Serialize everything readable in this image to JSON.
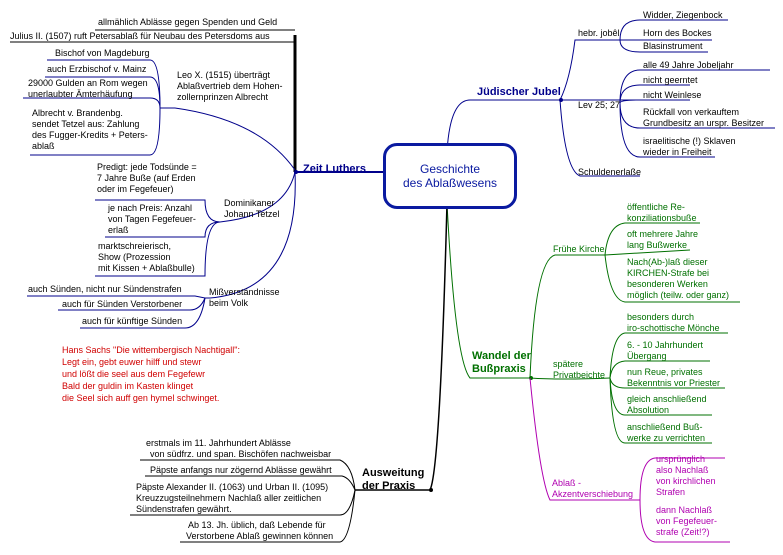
{
  "center": {
    "line1": "Geschichte",
    "line2": "des Ablaßwesens"
  },
  "branches": {
    "zeit_luthers": "Zeit Luthers",
    "juedischer_jubel": "Jüdischer Jubel",
    "wandel_line1": "Wandel der",
    "wandel_line2": "Bußpraxis",
    "ausweitung_line1": "Ausweitung",
    "ausweitung_line2": "der Praxis"
  },
  "zeit_luthers": {
    "top": [
      "allmählich Ablässe gegen Spenden und Geld",
      "Julius II. (1507) ruft Petersablaß für Neubau des Petersdoms aus"
    ],
    "leo": {
      "label": [
        "Leo X. (1515) überträgt",
        "Ablaßvertrieb dem Hohen-",
        "zollernprinzen Albrecht"
      ],
      "items": [
        [
          "Bischof von Magdeburg"
        ],
        [
          "auch Erzbischof v. Mainz"
        ],
        [
          "29000 Gulden an Rom wegen",
          "unerlaubter Ämterhäufung"
        ],
        [
          "Albrecht v. Brandenbg.",
          "sendet Tetzel aus: Zahlung",
          "des Fugger-Kredits + Peters-",
          "ablaß"
        ]
      ]
    },
    "tetzel": {
      "label": [
        "Dominikaner",
        "Johann Tetzel"
      ],
      "items": [
        [
          "Predigt: jede Todsünde =",
          "7 Jahre Buße (auf Erden",
          "oder im Fegefeuer)"
        ],
        [
          "je nach Preis: Anzahl",
          "von Tagen Fegefeuer-",
          "erlaß"
        ],
        [
          "marktschreierisch,",
          "Show (Prozession",
          "mit Kissen + Ablaßbulle)"
        ]
      ]
    },
    "miss": {
      "label": [
        "Mißverständnisse",
        "beim Volk"
      ],
      "items": [
        "auch Sünden, nicht nur Sündenstrafen",
        "auch für Sünden Verstorbener",
        "auch für künftige Sünden"
      ]
    }
  },
  "quote": [
    "Hans Sachs \"Die wittembergisch Nachtigall\":",
    "Legt ein, gebt euwer hilff und stewr",
    "und lößt die seel aus dem Fegefewr",
    "Bald der guldin im Kasten klinget",
    "die Seel sich auff gen hymel schwinget."
  ],
  "juedisch": {
    "hebr": {
      "label": "hebr. jobêl",
      "items": [
        "Widder, Ziegenbock",
        "Horn des Bockes",
        "Blasinstrument"
      ]
    },
    "lev": {
      "label": "Lev 25; 27",
      "items": [
        [
          "alle 49 Jahre Jobeljahr"
        ],
        [
          "nicht geerntet"
        ],
        [
          "nicht Weinlese"
        ],
        [
          "Rückfall von verkauftem",
          "Grundbesitz an urspr. Besitzer"
        ],
        [
          "israelitische (!) Sklaven",
          "wieder in Freiheit"
        ]
      ]
    },
    "schulden": "Schuldenerlaße"
  },
  "wandel": {
    "fruehe": {
      "label": "Frühe Kirche",
      "items": [
        [
          "öffentliche Re-",
          "konziliationsbuße"
        ],
        [
          "oft mehrere Jahre",
          "lang Bußwerke"
        ],
        [
          "Nach(Ab-)laß dieser",
          "KIRCHEN-Strafe bei",
          "besonderen Werken",
          "möglich (teilw. oder ganz)"
        ]
      ]
    },
    "spaetere": {
      "label": [
        "spätere",
        "Privatbeichte"
      ],
      "items": [
        [
          "besonders durch",
          "iro-schottische Mönche"
        ],
        [
          "6. - 10 Jahrhundert",
          "Übergang"
        ],
        [
          "nun Reue, privates",
          "Bekenntnis vor Priester"
        ],
        [
          "gleich anschließend",
          "Absolution"
        ],
        [
          "anschließend Buß-",
          "werke zu verrichten"
        ]
      ]
    },
    "akzent": {
      "label": [
        "Ablaß -",
        "Akzentverschiebung"
      ],
      "items": [
        [
          "ursprünglich",
          "also Nachlaß",
          "von kirchlichen",
          "Strafen"
        ],
        [
          "dann Nachlaß",
          "von Fegefeuer-",
          "strafe (Zeit!?)"
        ]
      ]
    }
  },
  "ausweitung": {
    "items": [
      [
        "erstmals im 11. Jahrhundert Ablässe",
        "von südfrz. und span. Bischöfen nachweisbar"
      ],
      [
        "Päpste anfangs nur zögernd Ablässe gewährt"
      ],
      [
        "Päpste Alexander II. (1063) und Urban II. (1095)",
        "Kreuzzugsteilnehmern Nachlaß aller zeitlichen",
        "Sündenstrafen gewährt."
      ],
      [
        "Ab 13. Jh. üblich, daß Lebende für",
        "Verstorbene Ablaß gewinnen können"
      ]
    ]
  },
  "colors": {
    "blue": "#00008b",
    "green": "#007000",
    "magenta": "#b000b0",
    "red": "#d00000",
    "black": "#000000"
  }
}
